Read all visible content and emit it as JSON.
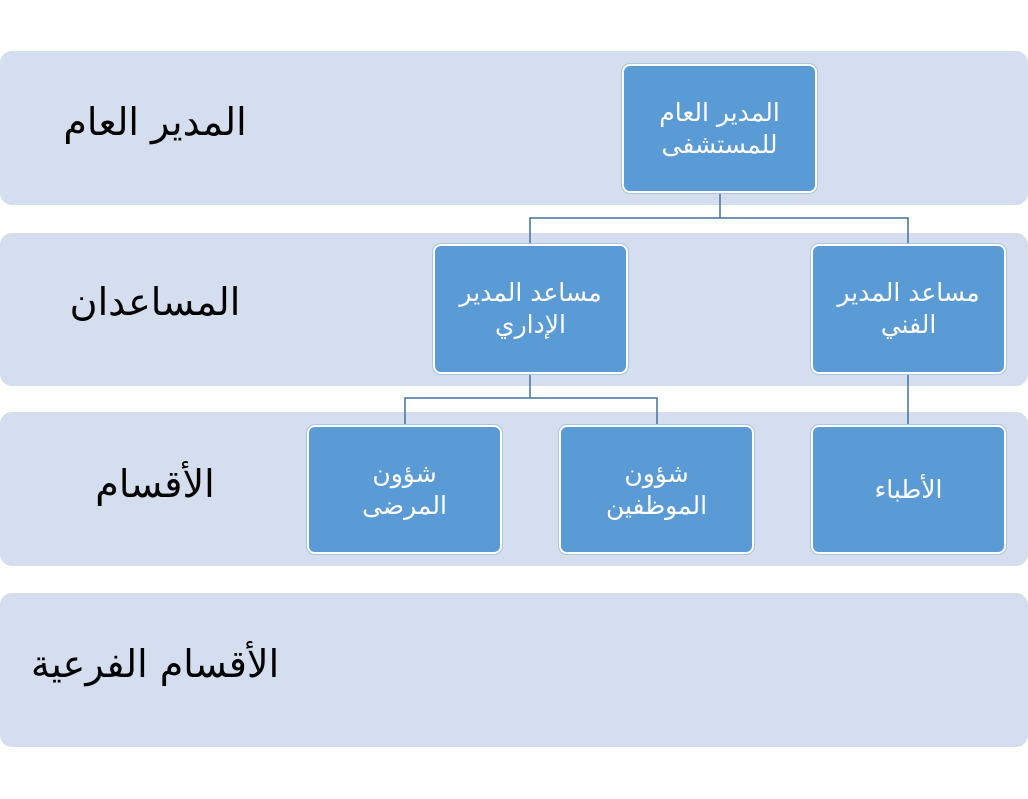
{
  "levels": [
    {
      "label": "المدير العام"
    },
    {
      "label": "المساعدان"
    },
    {
      "label": "الأقسام"
    },
    {
      "label": "الأقسام الفرعية"
    }
  ],
  "nodes": {
    "director": {
      "line1": "المدير العام",
      "line2": "للمستشفى"
    },
    "admin_assistant": {
      "line1": "مساعد المدير",
      "line2": "الإداري"
    },
    "tech_assistant": {
      "line1": "مساعد المدير",
      "line2": "الفني"
    },
    "patients_affairs": {
      "line1": "شؤون",
      "line2": "المرضى"
    },
    "staff_affairs": {
      "line1": "شؤون",
      "line2": "الموظفين"
    },
    "doctors": {
      "line1": "الأطباء"
    }
  },
  "colors": {
    "band": "#d4deee",
    "node_fill": "#5b9bd5",
    "node_border": "#ffffff",
    "connector": "#41719c"
  }
}
